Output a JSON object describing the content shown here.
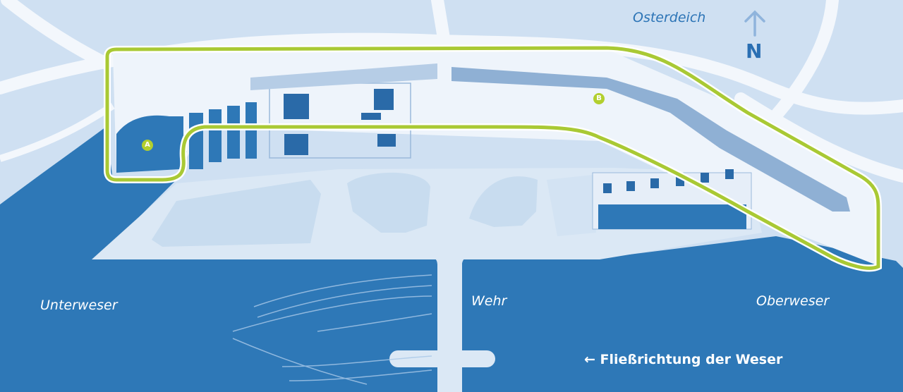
{
  "labels": {
    "osterdeich": "Osterdeich",
    "unterweser": "Unterweser",
    "wehr": "Wehr",
    "oberweser": "Oberweser",
    "north": "N",
    "flow_arrow": "←",
    "flow_text": "Fließrichtung der Weser"
  },
  "markers": {
    "a": "A",
    "b": "B"
  },
  "colors": {
    "land": "#cfe0f2",
    "water": "#2e78b7",
    "island": "#dbe8f5",
    "paths": "#eef4fb",
    "buildings": "#2a6aa8",
    "route": "#a9c934",
    "marker": "#b2cf2e",
    "north_arrow": "#8fb4dc",
    "water_label": "#ffffff",
    "land_label": "#2c74b6"
  },
  "icons": [
    "north-arrow-icon",
    "flow-arrow-icon",
    "route-marker-icon"
  ]
}
